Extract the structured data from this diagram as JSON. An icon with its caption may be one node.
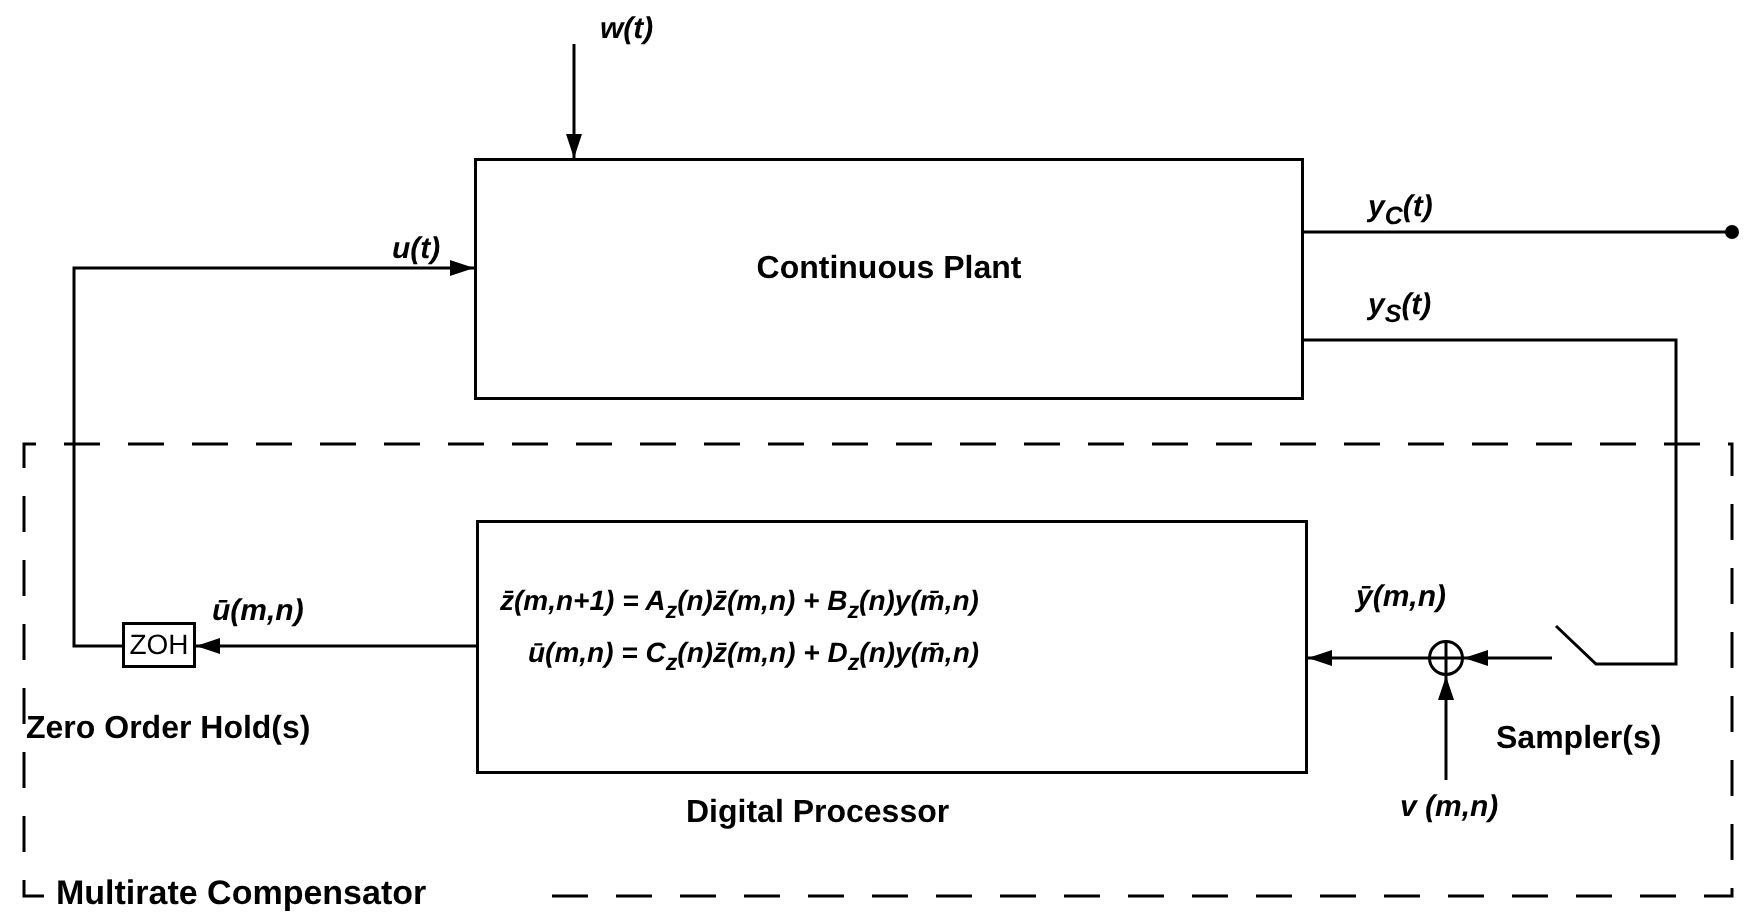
{
  "diagram": {
    "nodes": [
      {
        "text": [
          "Multirate Compensator"
        ]
      },
      {
        "text": [
          "Continuous Plant"
        ]
      },
      {
        "text": [
          "ZOH"
        ],
        "in": 0,
        "beside": [
          "Zero Order Hold(s)"
        ]
      },
      {
        "text": [
          "z̄(m,n+1) = A$_{z}$(n)z̄(m,n) + B$_{z}$(n)y(m̄,n)",
          "ū(m,n) = C$_{z}$(n)z̄(m,n) + D$_{z}$(n)y(m̄,n)"
        ],
        "in": 0,
        "beside": [
          "Digital Processor"
        ]
      },
      {
        "text": [],
        "shape": "circle",
        "in": 0
      },
      {
        "text": [],
        "shape": "switch",
        "in": 0,
        "beside": [
          "Sampler(s)"
        ]
      }
    ],
    "edges": [
      {
        "from": null,
        "to": 1,
        "arrow": "to",
        "label": "w(t)"
      },
      {
        "from": 2,
        "to": 1,
        "arrow": "to",
        "label": "u(t)"
      },
      {
        "from": 1,
        "to": null,
        "arrow": "other",
        "label": "y$_{C}$(t)"
      },
      {
        "from": 1,
        "to": 5,
        "arrow": "none",
        "label": "y$_{S}$(t)"
      },
      {
        "from": 5,
        "to": 4,
        "arrow": "to"
      },
      {
        "from": 4,
        "to": 3,
        "arrow": "to",
        "label": "ȳ(m,n)"
      },
      {
        "from": null,
        "to": 4,
        "arrow": "to",
        "label": "v (m,n)"
      },
      {
        "from": 3,
        "to": 2,
        "arrow": "to",
        "label": "ū(m,n)"
      }
    ]
  }
}
